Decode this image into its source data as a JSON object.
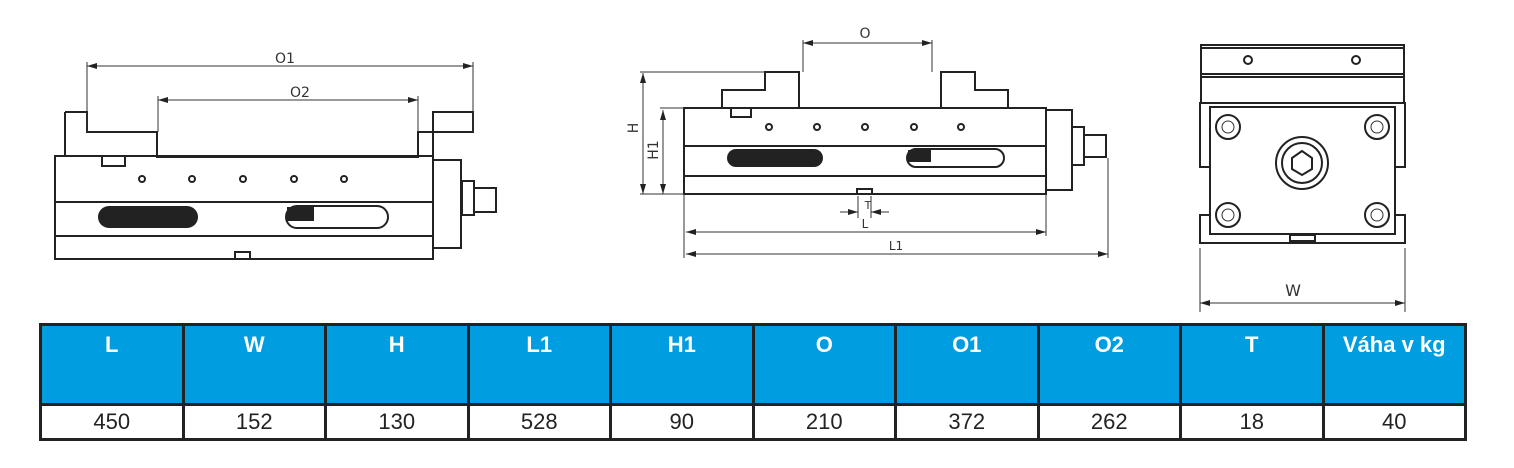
{
  "drawing": {
    "side_view": {
      "labels": [
        "O1",
        "O2"
      ]
    },
    "front_view": {
      "labels": [
        "O",
        "H",
        "H1",
        "T",
        "L",
        "L1"
      ]
    },
    "end_view": {
      "labels": [
        "W"
      ]
    }
  },
  "table": {
    "headers": [
      "L",
      "W",
      "H",
      "L1",
      "H1",
      "O",
      "O1",
      "O2",
      "T",
      "Váha v kg"
    ],
    "values": [
      "450",
      "152",
      "130",
      "528",
      "90",
      "210",
      "372",
      "262",
      "18",
      "40"
    ]
  },
  "colors": {
    "header_bg": "#009de0",
    "header_text": "#ffffff",
    "border": "#222222"
  }
}
